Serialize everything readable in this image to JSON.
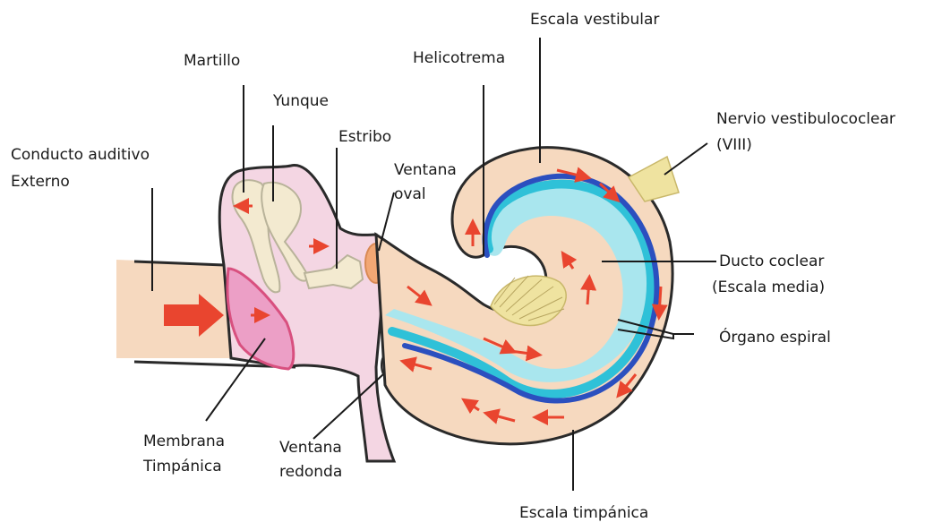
{
  "labels": {
    "conducto_line1": "Conducto auditivo",
    "conducto_line2": "Externo",
    "martillo": "Martillo",
    "yunque": "Yunque",
    "estribo": "Estribo",
    "ventana_oval_line1": "Ventana",
    "ventana_oval_line2": "oval",
    "helicotrema": "Helicotrema",
    "escala_vestibular": "Escala vestibular",
    "nervio_line1": "Nervio vestibulococlear",
    "nervio_line2": "(VIII)",
    "ducto_line1": "Ducto coclear",
    "ducto_line2": "(Escala media)",
    "organo_espiral": "Órgano espiral",
    "membrana_line1": "Membrana",
    "membrana_line2": "Timpánica",
    "ventana_redonda_line1": "Ventana",
    "ventana_redonda_line2": "redonda",
    "escala_timpanica": "Escala timpánica"
  },
  "colors": {
    "canal_fill": "#f6d9bf",
    "middle_ear_fill": "#f4d6e3",
    "ossicle_fill": "#f3ead0",
    "membrane_fill": "#ec9fc6",
    "membrane_stroke": "#d8507f",
    "duct_light": "#a9e6ee",
    "duct_mid": "#2fc1d8",
    "duct_dark": "#2b4fbf",
    "arrow": "#e9452f",
    "nerve": "#efe3a0",
    "outline": "#2a2a2a"
  }
}
